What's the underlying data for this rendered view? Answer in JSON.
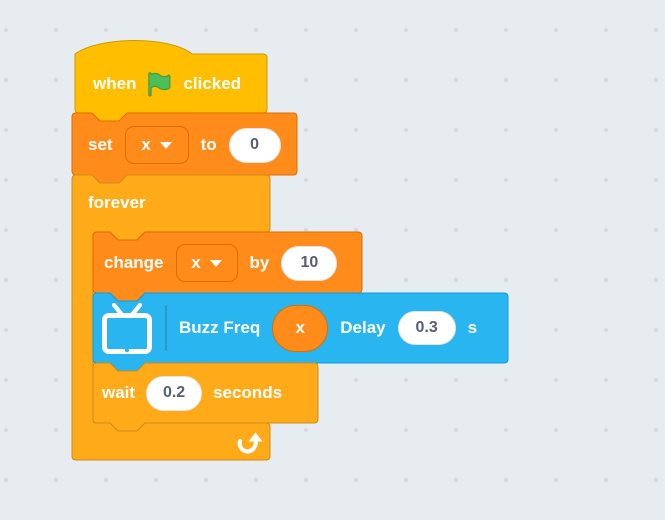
{
  "workspace": {
    "background_color": "#e7ecf0",
    "dot_color": "#d3dae0"
  },
  "colors": {
    "events_fill": "#FFBF00",
    "events_stroke": "#CC9900",
    "variables_fill": "#FF8C1A",
    "variables_stroke": "#DB6E00",
    "control_fill": "#FFAB19",
    "control_stroke": "#CF8B17",
    "extension_fill": "#28B5F0",
    "extension_stroke": "#0F9BD8",
    "input_background": "#FFFFFF",
    "input_text": "#575E75",
    "block_text": "#FFFFFF",
    "flag_green": "#4CBF56",
    "flag_green_border": "#45993F"
  },
  "script": {
    "when_flag_clicked": {
      "text_before": "when",
      "icon": "green-flag",
      "text_after": "clicked"
    },
    "set_variable": {
      "keyword": "set",
      "variable": "x",
      "preposition": "to",
      "value": "0"
    },
    "forever": {
      "keyword": "forever",
      "icon": "loop-arrow"
    },
    "change_variable": {
      "keyword": "change",
      "variable": "x",
      "preposition": "by",
      "value": "10"
    },
    "buzz_freq": {
      "icon": "tv",
      "label": "Buzz Freq",
      "variable": "x",
      "delay_label": "Delay",
      "delay_value": "0.3",
      "unit": "s"
    },
    "wait": {
      "keyword": "wait",
      "value": "0.2",
      "unit": "seconds"
    }
  }
}
